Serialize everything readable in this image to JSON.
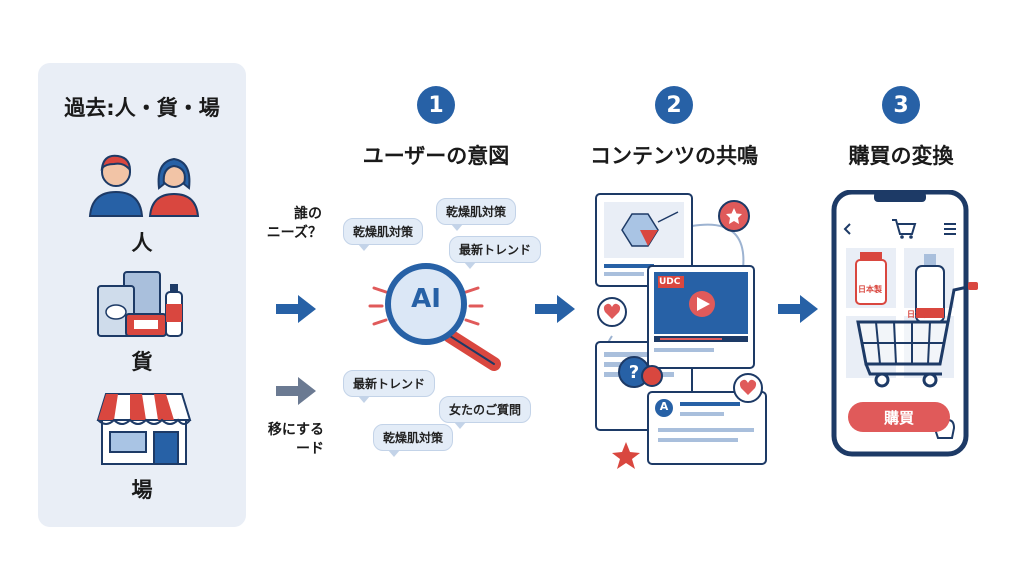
{
  "left_panel": {
    "title": "過去:人・貨・場",
    "items": [
      {
        "label": "人",
        "icon": "people-icon"
      },
      {
        "label": "貨",
        "icon": "products-icon"
      },
      {
        "label": "場",
        "icon": "store-icon"
      }
    ]
  },
  "side_notes": {
    "top": [
      "誰の",
      "ニーズ？"
    ],
    "bottom": [
      "移にする",
      "ード"
    ]
  },
  "steps": [
    {
      "number": "1",
      "title": "ユーザーの意図"
    },
    {
      "number": "2",
      "title": "コンテンツの共鳴"
    },
    {
      "number": "3",
      "title": "購買の変換"
    }
  ],
  "ai_label": "AI",
  "bubbles_top": [
    "乾燥肌対策",
    "乾燥肌対策",
    "最新トレンド"
  ],
  "bubbles_bottom": [
    "最新トレンド",
    "女たのご質問",
    "乾燥肌対策"
  ],
  "video_badge": "UDC",
  "article_avatar": "A",
  "question_mark": "?",
  "phone": {
    "product_label_1": "日本製",
    "product_label_2": "日本製",
    "buy_label": "購買"
  },
  "colors": {
    "accent_blue": "#2761a6",
    "accent_red": "#e05a5a",
    "panel_bg": "#e9eef6"
  }
}
